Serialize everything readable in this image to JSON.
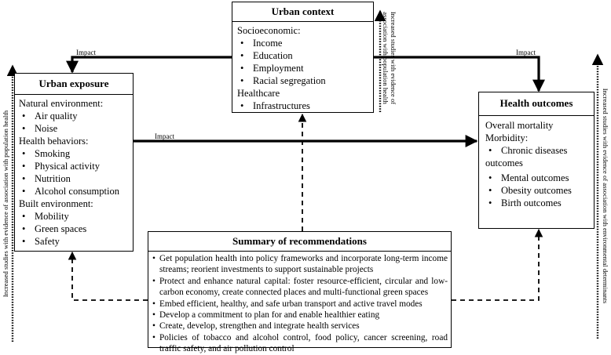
{
  "urban_context": {
    "title": "Urban context",
    "lines": [
      {
        "text": "Socioeconomic:",
        "bullet": false
      },
      {
        "text": "Income",
        "bullet": true
      },
      {
        "text": "Education",
        "bullet": true
      },
      {
        "text": "Employment",
        "bullet": true
      },
      {
        "text": "Racial segregation",
        "bullet": true
      },
      {
        "text": "Healthcare",
        "bullet": false
      },
      {
        "text": "Infrastructures",
        "bullet": true
      }
    ],
    "side_text": [
      "Increased studies with evidence of",
      "association with population health"
    ]
  },
  "urban_exposure": {
    "title": "Urban exposure",
    "lines": [
      {
        "text": "Natural environment:",
        "bullet": false
      },
      {
        "text": "Air quality",
        "bullet": true
      },
      {
        "text": "Noise",
        "bullet": true
      },
      {
        "text": "Health behaviors:",
        "bullet": false
      },
      {
        "text": "Smoking",
        "bullet": true
      },
      {
        "text": "Physical activity",
        "bullet": true
      },
      {
        "text": "Nutrition",
        "bullet": true
      },
      {
        "text": "Alcohol consumption",
        "bullet": true
      },
      {
        "text": "Built environment:",
        "bullet": false
      },
      {
        "text": "Mobility",
        "bullet": true
      },
      {
        "text": "Green spaces",
        "bullet": true
      },
      {
        "text": "Safety",
        "bullet": true
      }
    ],
    "side_text": "Increased studies with evidence of association with population health"
  },
  "health_outcomes": {
    "title": "Health outcomes",
    "lines": [
      {
        "text": "Overall mortality",
        "bullet": false
      },
      {
        "text": "Morbidity:",
        "bullet": false
      },
      {
        "text": "Chronic diseases",
        "bullet": true
      },
      {
        "text": "outcomes",
        "bullet": false
      },
      {
        "text": "Mental outcomes",
        "bullet": true
      },
      {
        "text": "Obesity outcomes",
        "bullet": true
      },
      {
        "text": "Birth outcomes",
        "bullet": true
      }
    ],
    "side_text": "Increased studies with evidence of association with environmental determinants"
  },
  "recommendations": {
    "title": "Summary of recommendations",
    "items": [
      "Get population health into policy frameworks and incorporate long-term income streams; reorient investments to support sustainable projects",
      "Protect and enhance natural capital: foster resource-efficient, circular and low-carbon economy, create connected places and multi-functional green spaces",
      "Embed efficient, healthy, and safe urban transport and active travel modes",
      "Develop a commitment to plan for and enable healthier eating",
      "Create, develop, strengthen and integrate health services",
      "Policies of tobacco and alcohol control, food policy, cancer screening, road traffic safety, and air pollution control"
    ]
  },
  "arrow_labels": {
    "left_impact": "Impact",
    "right_impact": "Impact",
    "middle_impact": "Impact"
  }
}
